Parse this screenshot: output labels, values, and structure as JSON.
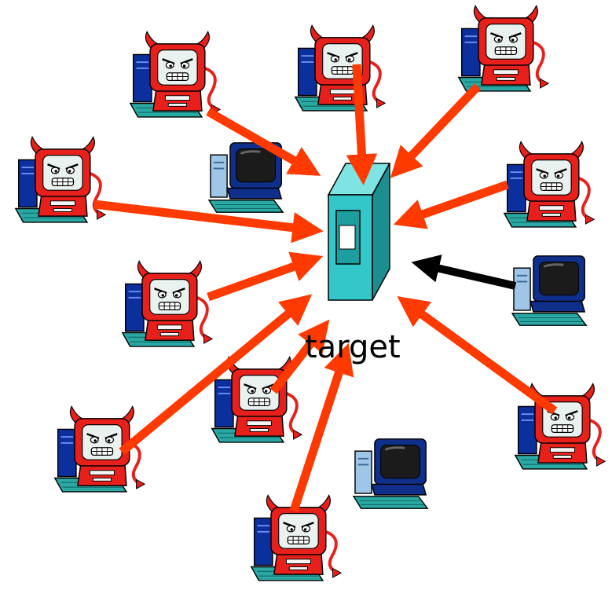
{
  "target_label": "target",
  "colors": {
    "attack_arrow": "#ff3a00",
    "legit_arrow": "#000000",
    "attacker_body": "#e8201c",
    "attacker_screen": "#e9f2ee",
    "keyboard": "#2aa9a4",
    "tower": "#0c2f9e",
    "server_front": "#34c7c9",
    "server_side": "#1b8f90",
    "legit_monitor": "#0f2f8a"
  },
  "nodes": {
    "target": {
      "type": "server",
      "icon": "server-icon"
    },
    "attackers": [
      {
        "id": "attacker-top-left",
        "icon": "devil-computer-icon"
      },
      {
        "id": "attacker-top-center",
        "icon": "devil-computer-icon"
      },
      {
        "id": "attacker-top-right",
        "icon": "devil-computer-icon"
      },
      {
        "id": "attacker-left",
        "icon": "devil-computer-icon"
      },
      {
        "id": "attacker-right",
        "icon": "devil-computer-icon"
      },
      {
        "id": "attacker-mid-left",
        "icon": "devil-computer-icon"
      },
      {
        "id": "attacker-lower-center",
        "icon": "devil-computer-icon"
      },
      {
        "id": "attacker-bottom-left",
        "icon": "devil-computer-icon"
      },
      {
        "id": "attacker-bottom-right",
        "icon": "devil-computer-icon"
      },
      {
        "id": "attacker-bottom-center",
        "icon": "devil-computer-icon"
      }
    ],
    "legitimate_clients": [
      {
        "id": "client-center",
        "icon": "computer-icon"
      },
      {
        "id": "client-right",
        "icon": "computer-icon"
      },
      {
        "id": "client-bottom",
        "icon": "computer-icon"
      }
    ]
  },
  "edges": [
    {
      "from": "attacker-top-left",
      "to": "target",
      "kind": "attack"
    },
    {
      "from": "attacker-top-center",
      "to": "target",
      "kind": "attack"
    },
    {
      "from": "attacker-top-right",
      "to": "target",
      "kind": "attack"
    },
    {
      "from": "attacker-left",
      "to": "target",
      "kind": "attack"
    },
    {
      "from": "attacker-right",
      "to": "target",
      "kind": "attack"
    },
    {
      "from": "attacker-mid-left",
      "to": "target",
      "kind": "attack"
    },
    {
      "from": "attacker-lower-center",
      "to": "target",
      "kind": "attack"
    },
    {
      "from": "attacker-bottom-left",
      "to": "target",
      "kind": "attack"
    },
    {
      "from": "attacker-bottom-right",
      "to": "target",
      "kind": "attack"
    },
    {
      "from": "attacker-bottom-center",
      "to": "target",
      "kind": "attack"
    },
    {
      "from": "client-right",
      "to": "target",
      "kind": "legitimate"
    }
  ]
}
